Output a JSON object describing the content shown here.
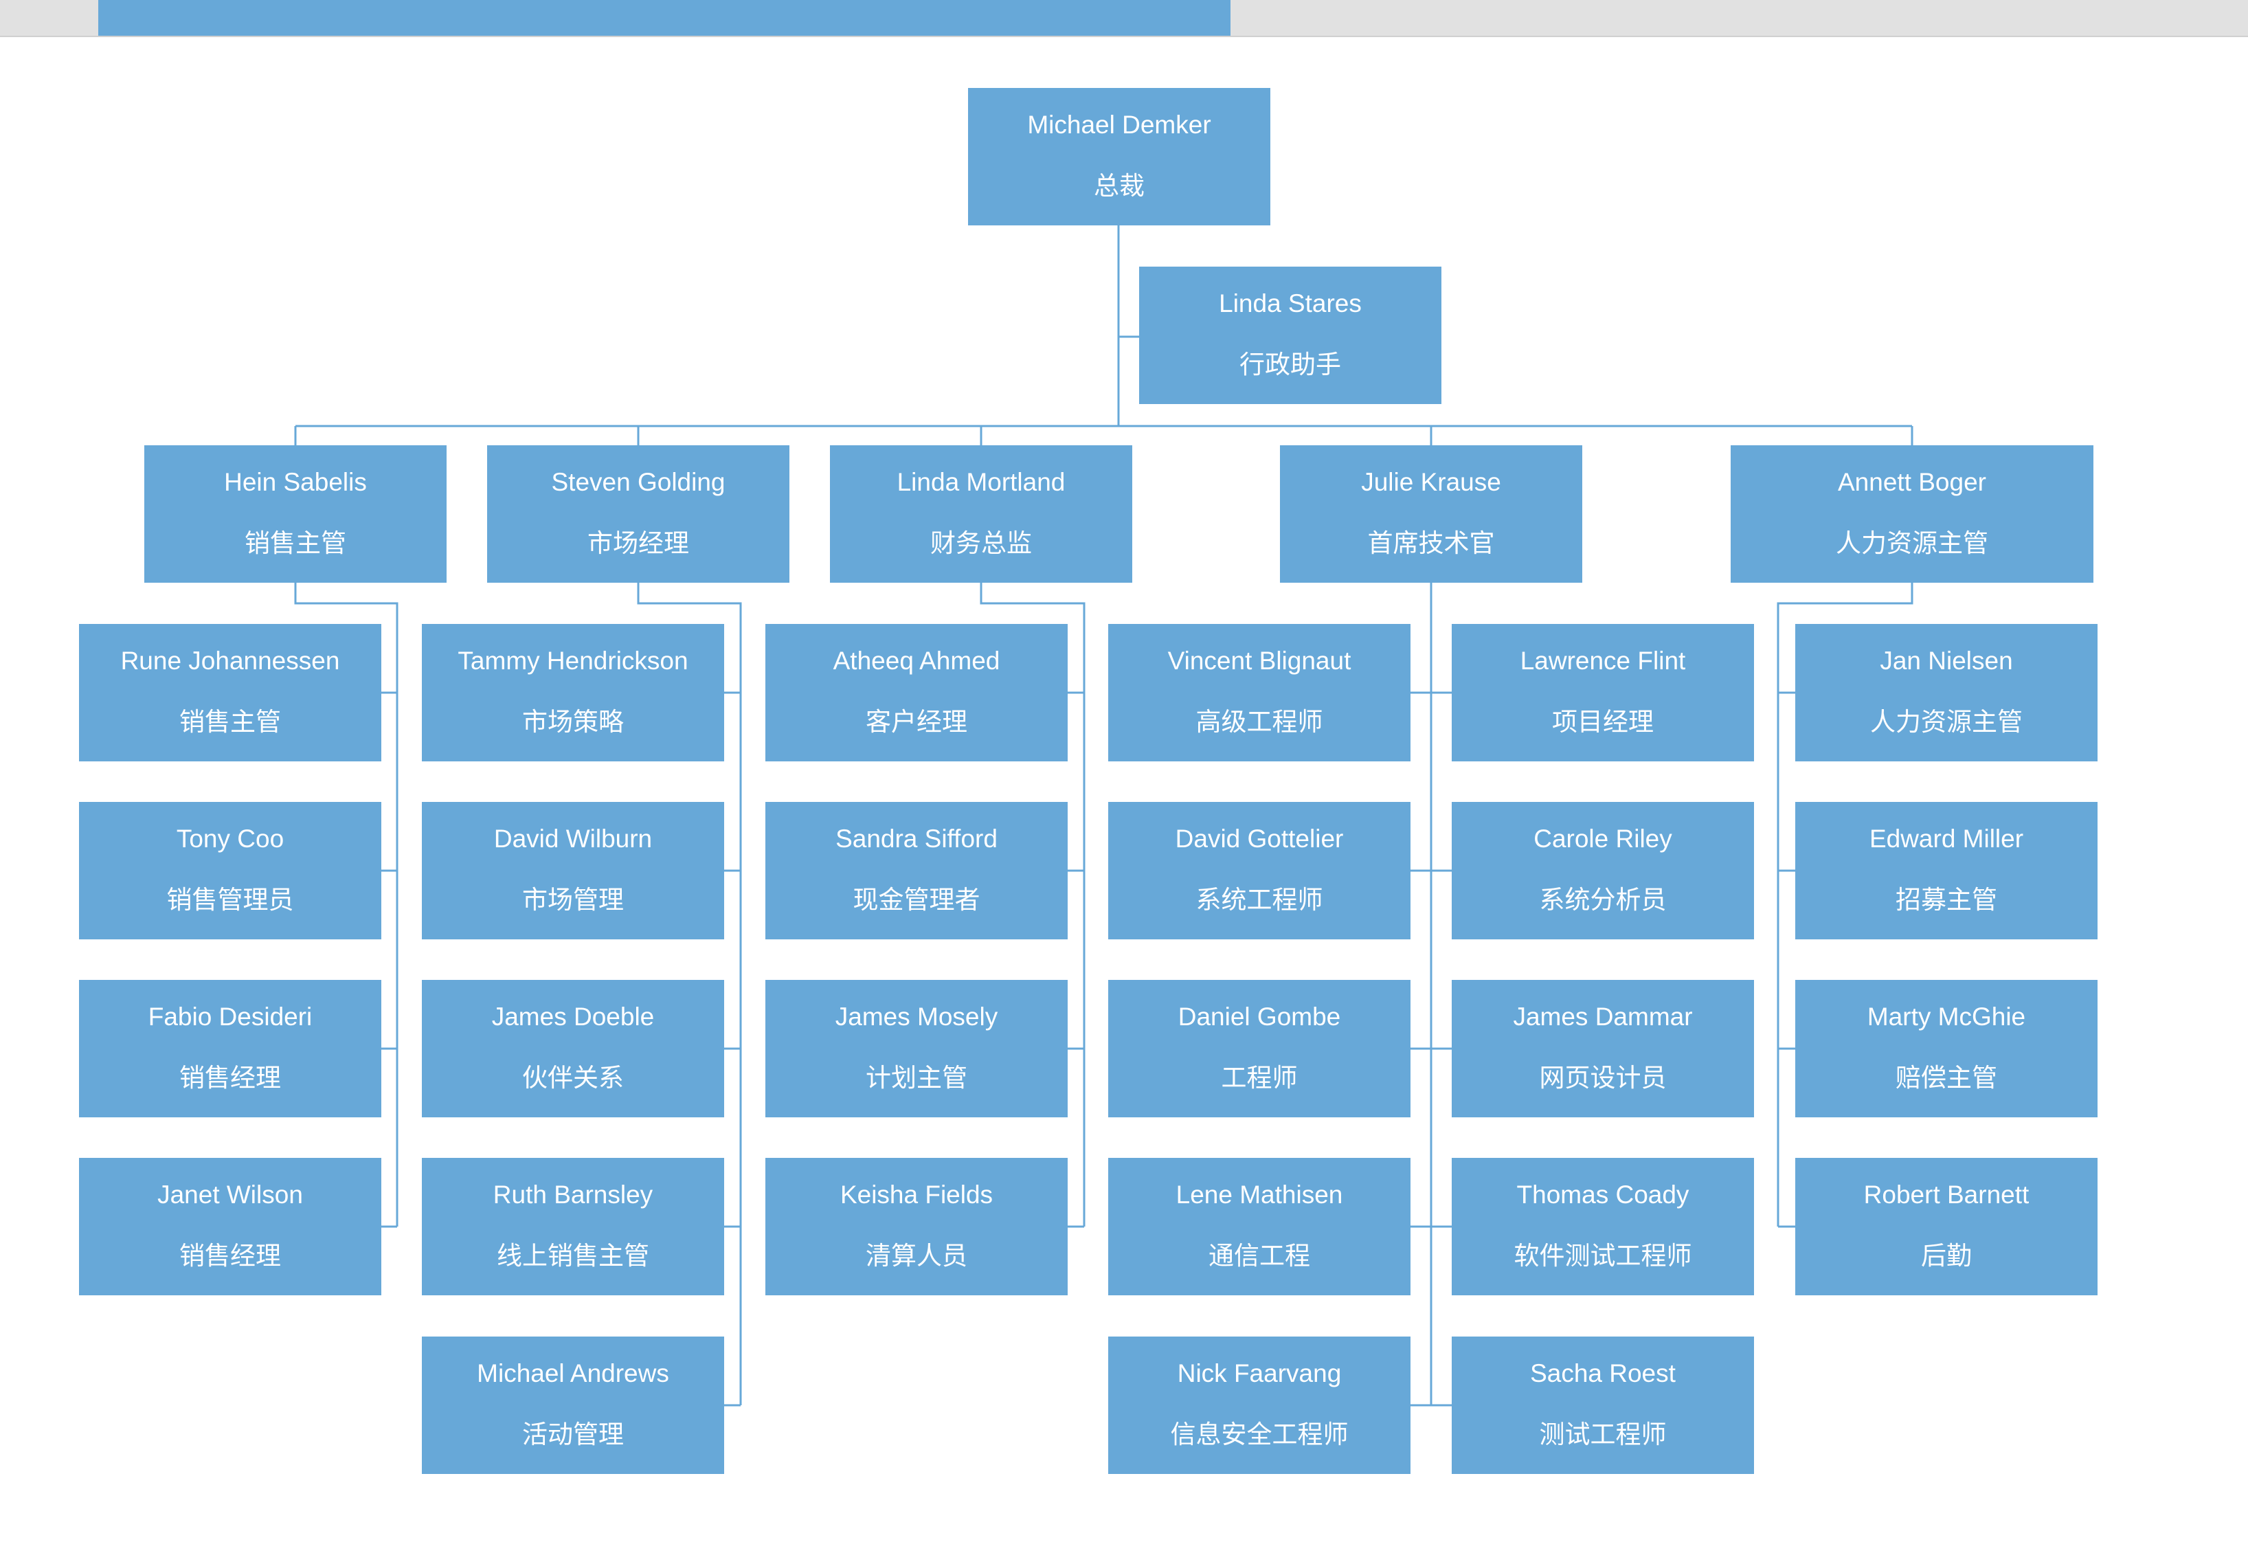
{
  "colors": {
    "node_fill": "#67a8d8",
    "line": "#67a8d8",
    "node_text": "#ffffff",
    "topbar": "#e1e1e1"
  },
  "org": {
    "root": {
      "name": "Michael Demker",
      "title": "总裁"
    },
    "assistant": {
      "name": "Linda Stares",
      "title": "行政助手"
    },
    "managers": [
      {
        "name": "Hein Sabelis",
        "title": "销售主管"
      },
      {
        "name": "Steven Golding",
        "title": "市场经理"
      },
      {
        "name": "Linda Mortland",
        "title": "财务总监"
      },
      {
        "name": "Julie Krause",
        "title": "首席技术官"
      },
      {
        "name": "Annett Boger",
        "title": "人力资源主管"
      }
    ],
    "sales": [
      {
        "name": "Rune Johannessen",
        "title": "销售主管"
      },
      {
        "name": "Tony Coo",
        "title": "销售管理员"
      },
      {
        "name": "Fabio Desideri",
        "title": "销售经理"
      },
      {
        "name": "Janet Wilson",
        "title": "销售经理"
      }
    ],
    "marketing": [
      {
        "name": "Tammy Hendrickson",
        "title": "市场策略"
      },
      {
        "name": "David Wilburn",
        "title": "市场管理"
      },
      {
        "name": "James Doeble",
        "title": "伙伴关系"
      },
      {
        "name": "Ruth Barnsley",
        "title": "线上销售主管"
      },
      {
        "name": "Michael Andrews",
        "title": "活动管理"
      }
    ],
    "finance": [
      {
        "name": "Atheeq Ahmed",
        "title": "客户经理"
      },
      {
        "name": "Sandra Sifford",
        "title": "现金管理者"
      },
      {
        "name": "James Mosely",
        "title": "计划主管"
      },
      {
        "name": "Keisha Fields",
        "title": "清算人员"
      }
    ],
    "tech_left": [
      {
        "name": "Vincent Blignaut",
        "title": "高级工程师"
      },
      {
        "name": "David Gottelier",
        "title": "系统工程师"
      },
      {
        "name": "Daniel Gombe",
        "title": "工程师"
      },
      {
        "name": "Lene Mathisen",
        "title": "通信工程"
      },
      {
        "name": "Nick Faarvang",
        "title": "信息安全工程师"
      }
    ],
    "tech_right": [
      {
        "name": "Lawrence Flint",
        "title": "项目经理"
      },
      {
        "name": "Carole Riley",
        "title": "系统分析员"
      },
      {
        "name": "James Dammar",
        "title": "网页设计员"
      },
      {
        "name": "Thomas Coady",
        "title": "软件测试工程师"
      },
      {
        "name": "Sacha Roest",
        "title": "测试工程师"
      }
    ],
    "hr": [
      {
        "name": "Jan Nielsen",
        "title": "人力资源主管"
      },
      {
        "name": "Edward Miller",
        "title": "招募主管"
      },
      {
        "name": "Marty McGhie",
        "title": "赔偿主管"
      },
      {
        "name": "Robert Barnett",
        "title": "后勤"
      }
    ]
  }
}
